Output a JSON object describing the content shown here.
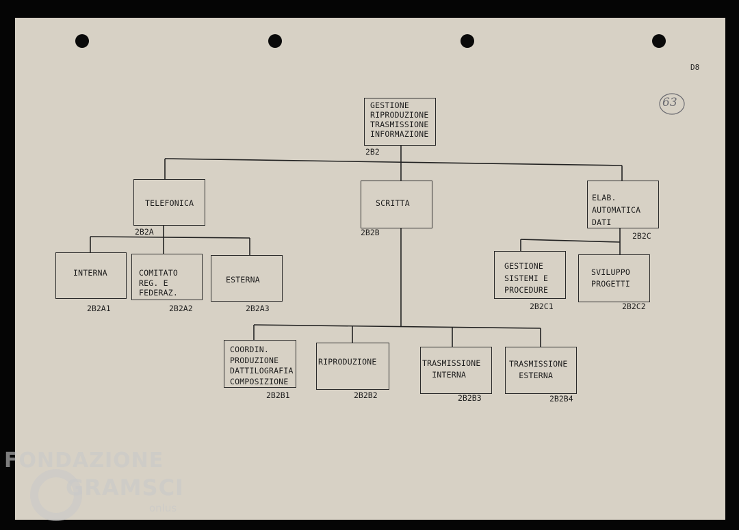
{
  "page_label": "D8",
  "handwritten_number": "63",
  "nodes": {
    "root": {
      "label": "GESTIONE\nRIPRODUZIONE\nTRASMISSIONE\nINFORMAZIONE",
      "code": "2B2"
    },
    "tel": {
      "label": "TELEFONICA",
      "code": "2B2A"
    },
    "scr": {
      "label": "SCRITTA",
      "code": "2B2B"
    },
    "elab": {
      "label": "ELAB.\nAUTOMATICA\nDATI",
      "code": "2B2C"
    },
    "int": {
      "label": "INTERNA",
      "code": "2B2A1"
    },
    "com": {
      "label": "COMITATO\nREG. E\nFEDERAZ.",
      "code": "2B2A2"
    },
    "est": {
      "label": "ESTERNA",
      "code": "2B2A3"
    },
    "gest": {
      "label": "GESTIONE\nSISTEMI E\nPROCEDURE",
      "code": "2B2C1"
    },
    "svil": {
      "label": "SVILUPPO\nPROGETTI",
      "code": "2B2C2"
    },
    "coord": {
      "label": "COORDIN.\nPRODUZIONE\nDATTILOGRAFIA\nCOMPOSIZIONE",
      "code": "2B2B1"
    },
    "ripr": {
      "label": "RIPRODUZIONE",
      "code": "2B2B2"
    },
    "trint": {
      "label": "TRASMISSIONE\n  INTERNA",
      "code": "2B2B3"
    },
    "trest": {
      "label": "TRASMISSIONE\n  ESTERNA",
      "code": "2B2B4"
    }
  },
  "watermark": {
    "line1": "FONDAZIONE",
    "line2": "GRAMSCI",
    "line3": "onlus"
  }
}
